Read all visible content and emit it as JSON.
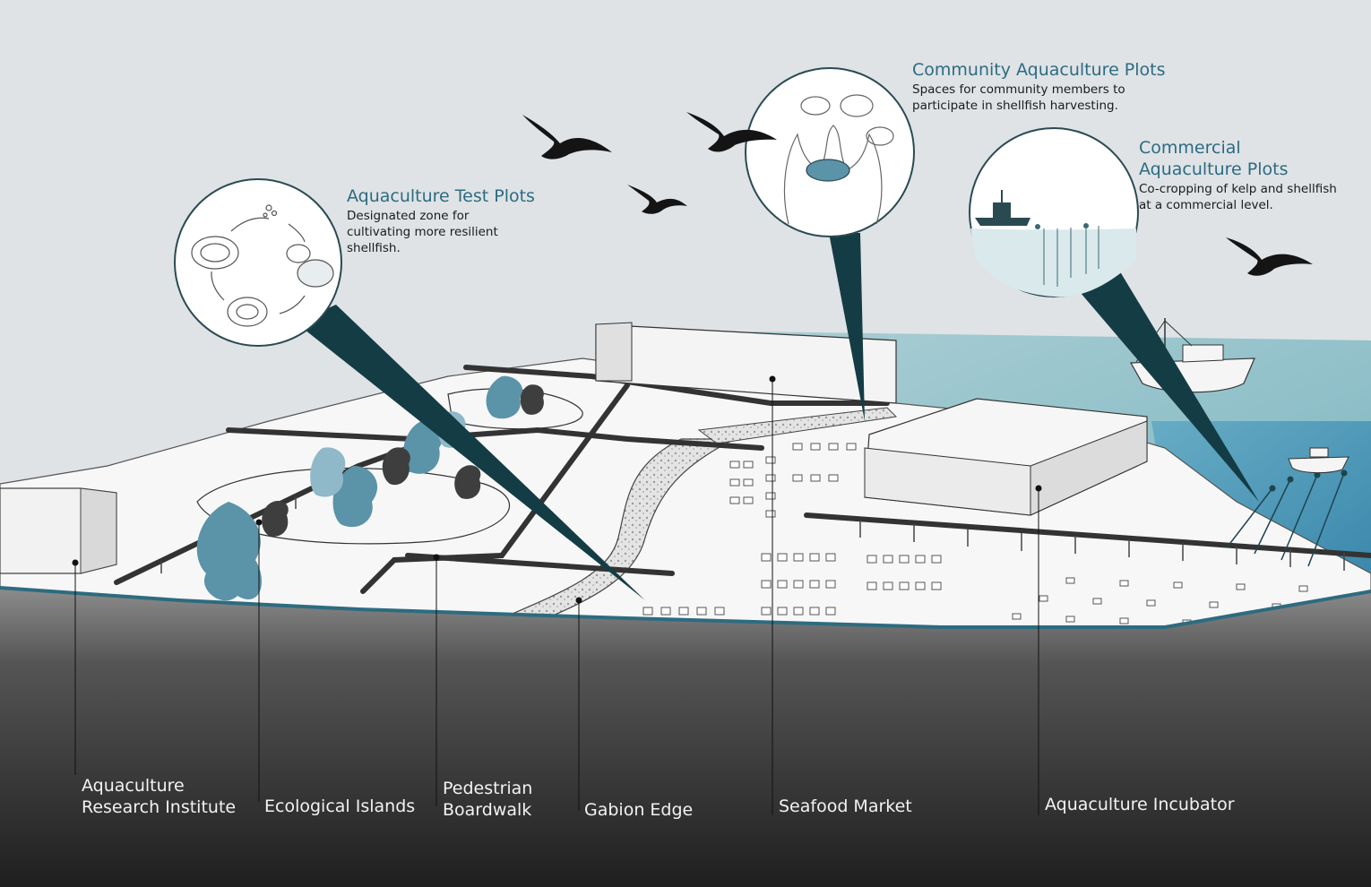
{
  "callouts": {
    "test_plots": {
      "title": "Aquaculture Test Plots",
      "description": "Designated zone for cultivating more resilient shellfish."
    },
    "community_plots": {
      "title": "Community Aquaculture Plots",
      "description": "Spaces for community members to participate in shellfish harvesting."
    },
    "commercial_plots": {
      "title": "Commercial Aquaculture Plots",
      "description": "Co-cropping of kelp and shellfish at a commercial level."
    }
  },
  "labels": {
    "research_institute": "Aquaculture Research Institute",
    "ecological_islands": "Ecological Islands",
    "pedestrian_boardwalk": "Pedestrian Boardwalk",
    "gabion_edge": "Gabion Edge",
    "seafood_market": "Seafood Market",
    "aquaculture_incubator": "Aquaculture Incubator"
  },
  "colors": {
    "sky": "#dfe3e6",
    "water": "#9cc5cc",
    "accent_teal": "#2d6b80",
    "pointer": "#143c44",
    "ground_dark": "#262626",
    "tree_blue": "#5b93a8"
  }
}
